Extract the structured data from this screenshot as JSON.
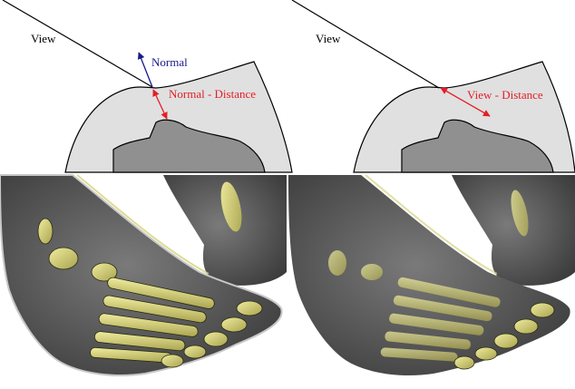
{
  "panels": [
    {
      "id": "normal",
      "view_label": "View",
      "normal_label": "Normal",
      "distance_label": "Normal - Distance"
    },
    {
      "id": "view",
      "view_label": "View",
      "distance_label": "View - Distance"
    }
  ],
  "colors": {
    "background": "#ffffff",
    "outer_shape_fill": "#e0e0e0",
    "inner_shape_fill": "#909090",
    "outline": "#000000",
    "view_ray": "#000000",
    "normal_arrow": "#1a1a8c",
    "distance_arrow": "#e41e26",
    "skin": "#5a5a5a",
    "bone": "#d6d27a"
  },
  "renders": [
    {
      "id": "foot-render-normal-distance",
      "icon": "foot-render-image"
    },
    {
      "id": "foot-render-view-distance",
      "icon": "foot-render-image"
    }
  ]
}
